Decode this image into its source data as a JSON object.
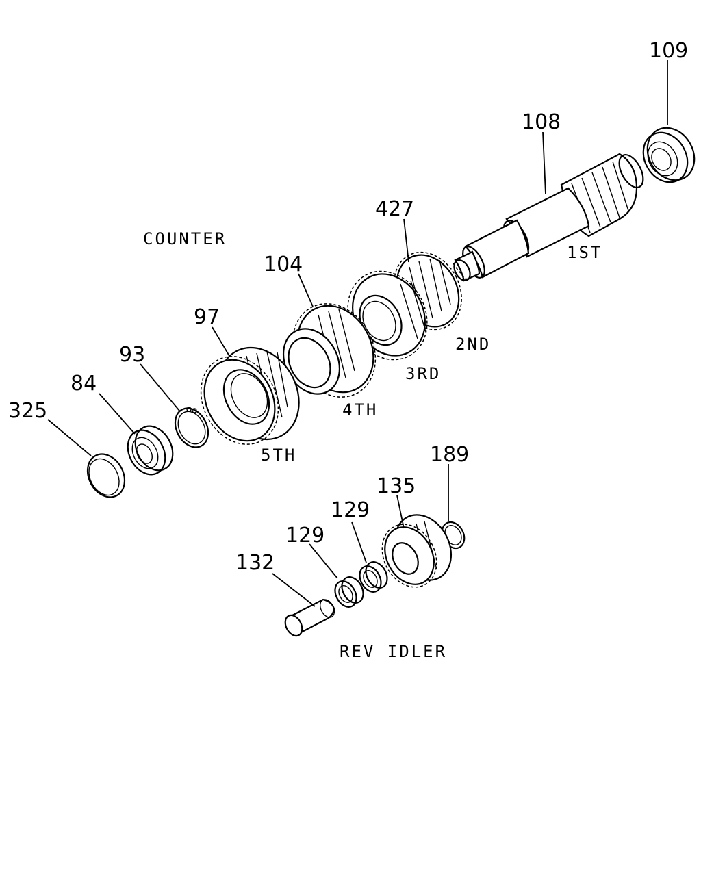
{
  "labels": {
    "counter": "COUNTER",
    "first": "1ST",
    "second": "2ND",
    "third": "3RD",
    "fourth": "4TH",
    "fifth": "5TH",
    "rev_idler": "REV IDLER"
  },
  "callouts": {
    "p109": "109",
    "p108": "108",
    "p427": "427",
    "p104": "104",
    "p97": "97",
    "p93": "93",
    "p84": "84",
    "p325": "325",
    "p189": "189",
    "p135": "135",
    "p129a": "129",
    "p129b": "129",
    "p132": "132"
  }
}
